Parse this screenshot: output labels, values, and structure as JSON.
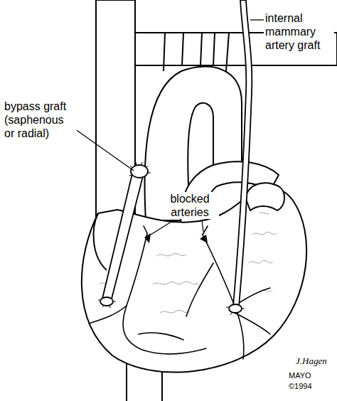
{
  "diagram": {
    "labels": [
      "internal mammary artery graft",
      "bypass graft (saphenous or radial)",
      "blocked arteries",
      "MAYO",
      "©1994",
      "J.Hagen"
    ]
  }
}
